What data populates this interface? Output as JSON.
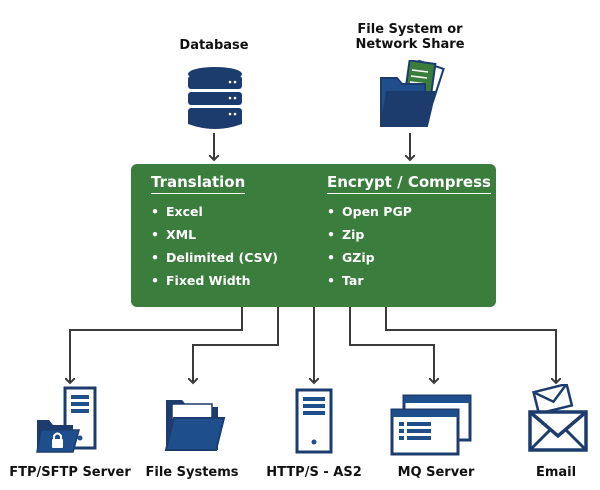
{
  "sources": [
    {
      "label_lines": [
        "Database"
      ],
      "icon": "database-icon"
    },
    {
      "label_lines": [
        "File System or",
        "Network Share"
      ],
      "icon": "folder-with-documents-icon"
    }
  ],
  "process": {
    "columns": [
      {
        "title": "Translation",
        "items": [
          "Excel",
          "XML",
          "Delimited (CSV)",
          "Fixed Width"
        ]
      },
      {
        "title": "Encrypt / Compress",
        "items": [
          "Open PGP",
          "Zip",
          "GZip",
          "Tar"
        ]
      }
    ],
    "color": "#3b7d3c"
  },
  "destinations": [
    {
      "label": "FTP/SFTP Server",
      "icon": "locked-folder-server-icon"
    },
    {
      "label": "File Systems",
      "icon": "folder-icon"
    },
    {
      "label": "HTTP/S - AS2",
      "icon": "server-tower-icon"
    },
    {
      "label": "MQ Server",
      "icon": "application-windows-icon"
    },
    {
      "label": "Email",
      "icon": "envelopes-icon"
    }
  ],
  "colors": {
    "icon_blue": "#1f4e8c",
    "icon_dark": "#1d3c6e",
    "arrow": "#3a3a3a"
  }
}
